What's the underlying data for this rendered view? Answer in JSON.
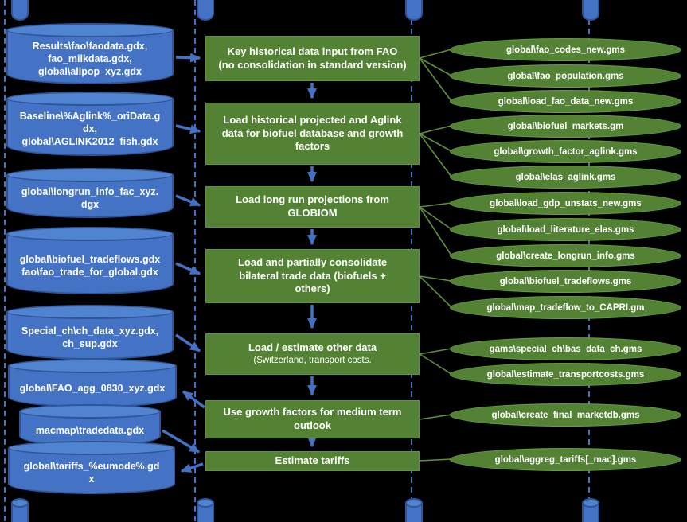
{
  "colors": {
    "background": "#000000",
    "datafile_fill": "#4472C4",
    "datafile_top": "#5083D0",
    "datafile_border": "#2E5596",
    "process_fill": "#548235",
    "script_fill": "#548235",
    "flow_arrow_blue": "#4472C4",
    "script_connector_green": "#5F9137",
    "lane_divider": "#4472C4",
    "text": "#FFFFFF"
  },
  "cylinders": [
    {
      "text": "Results\\fao\\faodata.gdx,\nfao_milkdata.gdx,\nglobal\\allpop_xyz.gdx"
    },
    {
      "text": "Baseline\\%Aglink%_oriData.g\ndx,\nglobal\\AGLINK2012_fish.gdx"
    },
    {
      "text": "global\\longrun_info_fac_xyz.\ndgx"
    },
    {
      "text": "global\\biofuel_tradeflows.gdx\nfao\\fao_trade_for_global.gdx"
    },
    {
      "text": "Special_ch\\ch_data_xyz.gdx,\nch_sup.gdx"
    },
    {
      "text": "global\\FAO_agg_0830_xyz.gdx"
    },
    {
      "text": "macmap\\tradedata.gdx"
    },
    {
      "text": "global\\tariffs_%eumode%.gd\nx"
    }
  ],
  "steps": [
    {
      "label": "Key historical data input from FAO\n(no consolidation in standard version)"
    },
    {
      "label": "Load historical projected and Aglink\ndata for biofuel database and growth\nfactors"
    },
    {
      "label": "Load long run projections from\nGLOBIOM"
    },
    {
      "label": "Load and partially consolidate\nbilateral trade data (biofuels +\nothers)"
    },
    {
      "label": "Load / estimate other data",
      "sublabel": "(Switzerland, transport costs."
    },
    {
      "label": "Use growth factors for medium term\noutlook"
    },
    {
      "label": "Estimate tariffs"
    }
  ],
  "scripts": [
    {
      "label": "global\\fao_codes_new.gms",
      "step": 1
    },
    {
      "label": "global\\fao_population.gms",
      "step": 1
    },
    {
      "label": "global\\load_fao_data_new.gms",
      "step": 1
    },
    {
      "label": "global\\biofuel_markets.gm",
      "step": 2
    },
    {
      "label": "global\\growth_factor_aglink.gms",
      "step": 2
    },
    {
      "label": "global\\elas_aglink.gms",
      "step": 2
    },
    {
      "label": "global\\load_gdp_unstats_new.gms",
      "step": 3
    },
    {
      "label": "global\\load_literature_elas.gms",
      "step": 3
    },
    {
      "label": "global\\create_longrun_info.gms",
      "step": 3
    },
    {
      "label": "global\\biofuel_tradeflows.gms",
      "step": 4
    },
    {
      "label": "global\\map_tradeflow_to_CAPRI.gm",
      "step": 4
    },
    {
      "label": "gams\\special_ch\\bas_data_ch.gms",
      "step": 5
    },
    {
      "label": "global\\estimate_transportcosts.gms",
      "step": 5
    },
    {
      "label": "global\\create_final_marketdb.gms",
      "step": 6
    },
    {
      "label": "global\\aggreg_tariffs[_mac].gms",
      "step": 7
    }
  ]
}
